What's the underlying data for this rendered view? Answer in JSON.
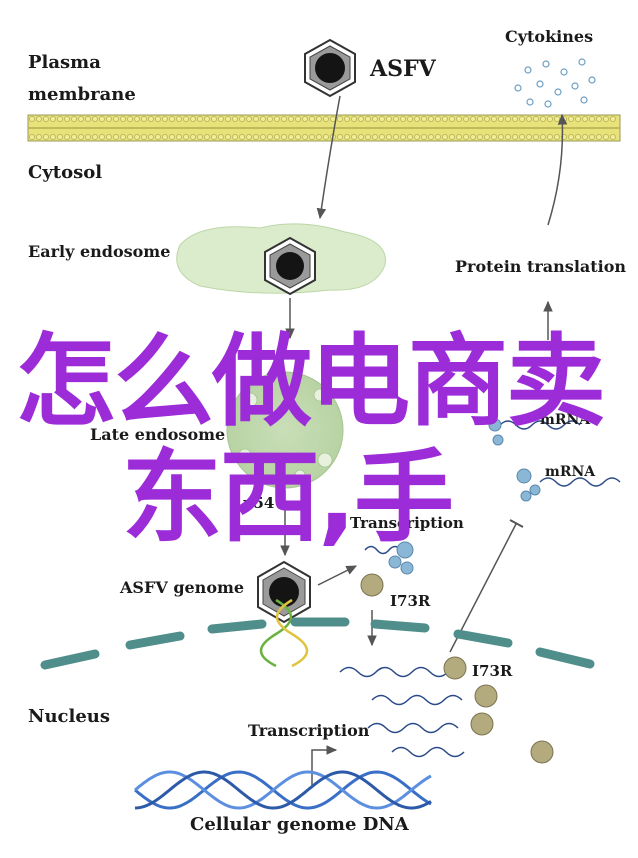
{
  "labels": {
    "plasma_membrane_1": "Plasma",
    "plasma_membrane_2": "membrane",
    "cytosol": "Cytosol",
    "asfv": "ASFV",
    "cytokines": "Cytokines",
    "early_endosome": "Early endosome",
    "protein_translation": "Protein translation",
    "late_endosome": "Late endosome",
    "mrna_1": "mRNA",
    "mrna_2": "mRNA",
    "p54": "p54",
    "transcription_top": "Transcription",
    "asfv_genome": "ASFV genome",
    "i73r_1": "I73R",
    "i73r_2": "I73R",
    "nucleus": "Nucleus",
    "transcription_bottom": "Transcription",
    "cellular_dna": "Cellular genome DNA"
  },
  "overlay": {
    "line1": "怎么做电商卖",
    "line2": "东西,手"
  },
  "colors": {
    "membrane": "#e7e27a",
    "endosome": "#dbeccc",
    "dna_blue": "#3a6fc8",
    "dna_green": "#6ab23e",
    "cytokine_blue": "#8bb7d6",
    "overlay_purple": "#9c2bd8",
    "nucleus_border": "#4f8e8a",
    "i73r_ball": "#b3ab7e"
  }
}
